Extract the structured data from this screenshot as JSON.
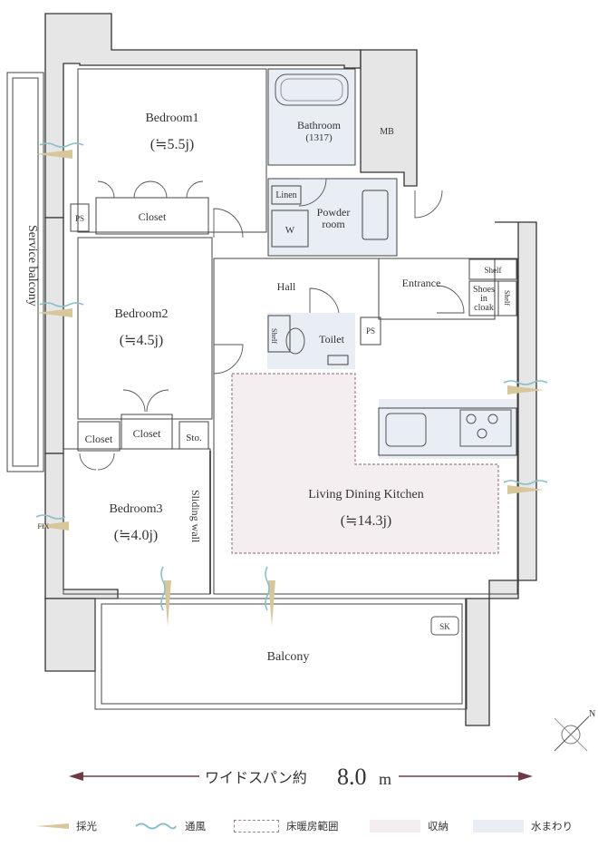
{
  "rooms": {
    "bedroom1": {
      "name": "Bedroom1",
      "size": "(≒5.5j)"
    },
    "bedroom2": {
      "name": "Bedroom2",
      "size": "(≒4.5j)"
    },
    "bedroom3": {
      "name": "Bedroom3",
      "size": "(≒4.0j)"
    },
    "bathroom": {
      "name": "Bathroom",
      "size": "(1317)"
    },
    "powder": {
      "line1": "Powder",
      "line2": "room"
    },
    "ldk": {
      "name": "Living Dining Kitchen",
      "size": "(≒14.3j)"
    },
    "hall": "Hall",
    "entrance": "Entrance",
    "toilet": "Toilet",
    "balcony": "Balcony",
    "service_balcony": "Service balcony",
    "sliding_wall": "Sliding wall"
  },
  "fixtures": {
    "mb": "MB",
    "ps1": "PS",
    "ps2": "PS",
    "linen": "Linen",
    "w": "W",
    "closet1": "Closet",
    "closet2": "Closet",
    "closet3": "Closet",
    "sto": "Sto.",
    "shelf1": "Shelf",
    "shelf2": "Shelf",
    "shelf3": "Shelf",
    "shoes1": "Shoes",
    "shoes2": "in",
    "shoes3": "cloak",
    "sk": "SK",
    "fix": "FIX"
  },
  "wide_span": {
    "prefix": "ワイドスパン約",
    "value": "8.0",
    "unit": "m"
  },
  "compass": "N",
  "legend": [
    {
      "label": "採光",
      "type": "light",
      "color": "#d8c79a"
    },
    {
      "label": "通風",
      "type": "wind",
      "color": "#8bbfc8"
    },
    {
      "label": "床暖房範囲",
      "type": "heat",
      "color": "#a07f8a"
    },
    {
      "label": "収納",
      "type": "storage",
      "color": "#f5eef1"
    },
    {
      "label": "水まわり",
      "type": "water",
      "color": "#e9eef5"
    }
  ],
  "colors": {
    "wall": "#333333",
    "heating": "#a07f8a",
    "arrow": "#6e3a48"
  }
}
